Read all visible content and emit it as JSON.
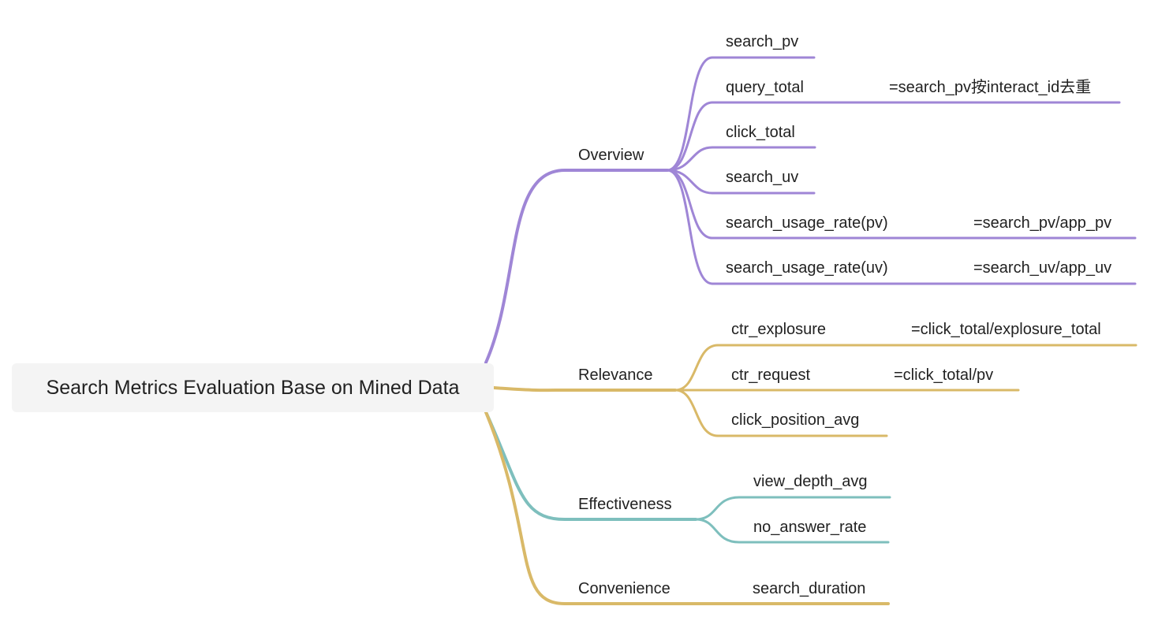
{
  "colors": {
    "overview": "#9f86d6",
    "relevance": "#d9b968",
    "effectiveness": "#7ebfbd",
    "convenience": "#d9b968",
    "root_bg": "#f4f4f4"
  },
  "root": {
    "label": "Search Metrics Evaluation Base on Mined Data"
  },
  "branches": {
    "overview": {
      "label": "Overview",
      "children": [
        {
          "label": "search_pv",
          "note": ""
        },
        {
          "label": "query_total",
          "note": "=search_pv按interact_id去重"
        },
        {
          "label": "click_total",
          "note": ""
        },
        {
          "label": "search_uv",
          "note": ""
        },
        {
          "label": "search_usage_rate(pv)",
          "note": "=search_pv/app_pv"
        },
        {
          "label": "search_usage_rate(uv)",
          "note": "=search_uv/app_uv"
        }
      ]
    },
    "relevance": {
      "label": "Relevance",
      "children": [
        {
          "label": "ctr_explosure",
          "note": "=click_total/explosure_total"
        },
        {
          "label": "ctr_request",
          "note": "=click_total/pv"
        },
        {
          "label": "click_position_avg",
          "note": ""
        }
      ]
    },
    "effectiveness": {
      "label": "Effectiveness",
      "children": [
        {
          "label": "view_depth_avg",
          "note": ""
        },
        {
          "label": "no_answer_rate",
          "note": ""
        }
      ]
    },
    "convenience": {
      "label": "Convenience",
      "children": [
        {
          "label": "search_duration",
          "note": ""
        }
      ]
    }
  }
}
